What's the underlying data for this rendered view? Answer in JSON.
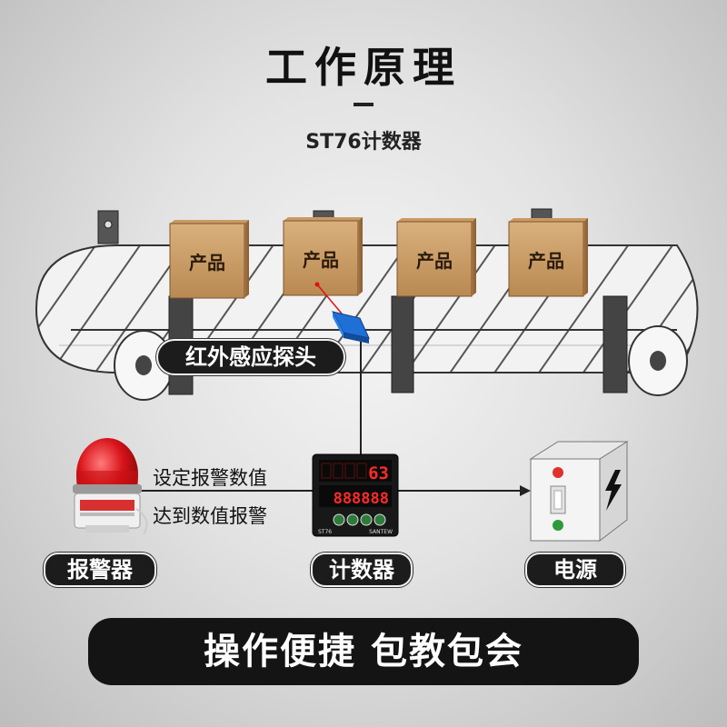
{
  "header": {
    "title": "工作原理",
    "subtitle": "ST76计数器"
  },
  "conveyor": {
    "product_label": "产品",
    "product_count": 4,
    "probe_label": "红外感应探头"
  },
  "alarm": {
    "label": "报警器",
    "setting_text": "设定报警数值",
    "trigger_text": "达到数值报警",
    "beacon_color": "#d8141a"
  },
  "counter": {
    "label": "计数器",
    "display_top": "63",
    "display_bottom": "888888",
    "model": "ST76",
    "brand": "SANTEW",
    "digit_color": "#ff2a2a"
  },
  "power": {
    "label": "电源",
    "button_top_color": "#e0312b",
    "button_bottom_color": "#2e9a3a"
  },
  "banner": {
    "text": "操作便捷 包教包会"
  }
}
